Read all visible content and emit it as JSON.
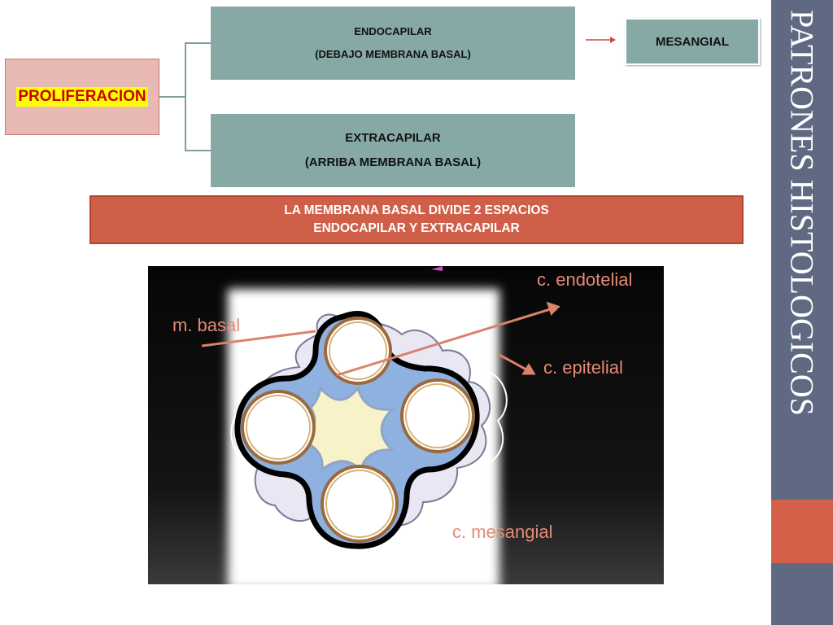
{
  "slide": {
    "side_title": "PATRONES HISTOLOGICOS",
    "proliferacion_label": "PROLIFERACION",
    "endocapilar": {
      "line1": "ENDOCAPILAR",
      "line2": "(DEBAJO MEMBRANA BASAL)"
    },
    "extracapilar": {
      "line1": "EXTRACAPILAR",
      "line2": "(ARRIBA MEMBRANA BASAL)"
    },
    "mesangial_label": "MESANGIAL",
    "banner": {
      "line1": "LA MEMBRANA BASAL DIVIDE 2 ESPACIOS",
      "line2": "ENDOCAPILAR Y  EXTRACAPILAR"
    }
  },
  "diagram": {
    "labels": {
      "endotelial": "c. endotelial",
      "basal": "m. basal",
      "epitelial": "c. epitelial",
      "mesangial": "c. mesangial"
    }
  },
  "colors": {
    "side_band": "#5f6a82",
    "accent": "#d4604a",
    "box_teal": "#86a9a6",
    "banner_red": "#cf5f48",
    "prolif_pink": "#e8b9b2",
    "label_salmon": "#e58a76"
  }
}
